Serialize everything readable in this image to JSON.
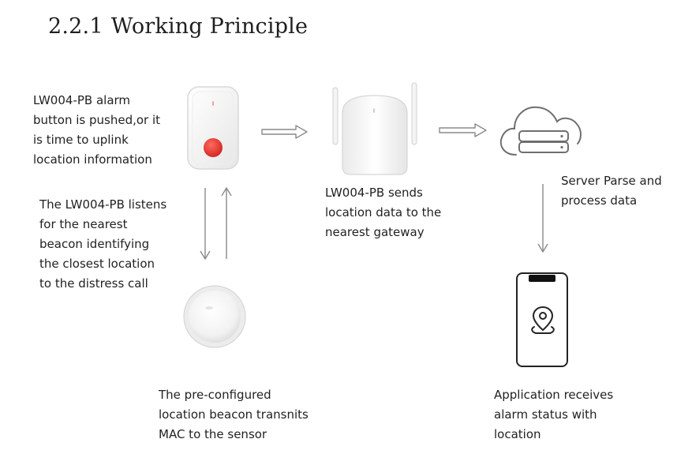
{
  "section": {
    "number": "2.2.1",
    "title": "Working Principle"
  },
  "steps": {
    "alarm_button": [
      "LW004-PB alarm",
      "button is pushed,or it",
      "is time to uplink",
      "location information"
    ],
    "listens": [
      "The LW004-PB listens",
      "for the nearest",
      "beacon identifying",
      "the closest location",
      "to the distress call"
    ],
    "beacon": [
      "The pre-configured",
      "location beacon transnits",
      "MAC to the sensor"
    ],
    "gateway": [
      "LW004-PB sends",
      "location data to the",
      "nearest gateway"
    ],
    "server": [
      "Server Parse and",
      "process data"
    ],
    "application": [
      "Application receives",
      "alarm status with",
      "location"
    ]
  },
  "icons": [
    "alarm-button-device-icon",
    "beacon-icon",
    "gateway-icon",
    "cloud-server-icon",
    "phone-location-icon",
    "arrow-right-icon",
    "arrow-down-icon",
    "arrow-up-icon"
  ],
  "colors": {
    "alarm_red": "#e0312b",
    "arrow_gray": "#8a8a8a",
    "device_white": "#fbfbfb",
    "outline_gray": "#6f6f6f"
  }
}
